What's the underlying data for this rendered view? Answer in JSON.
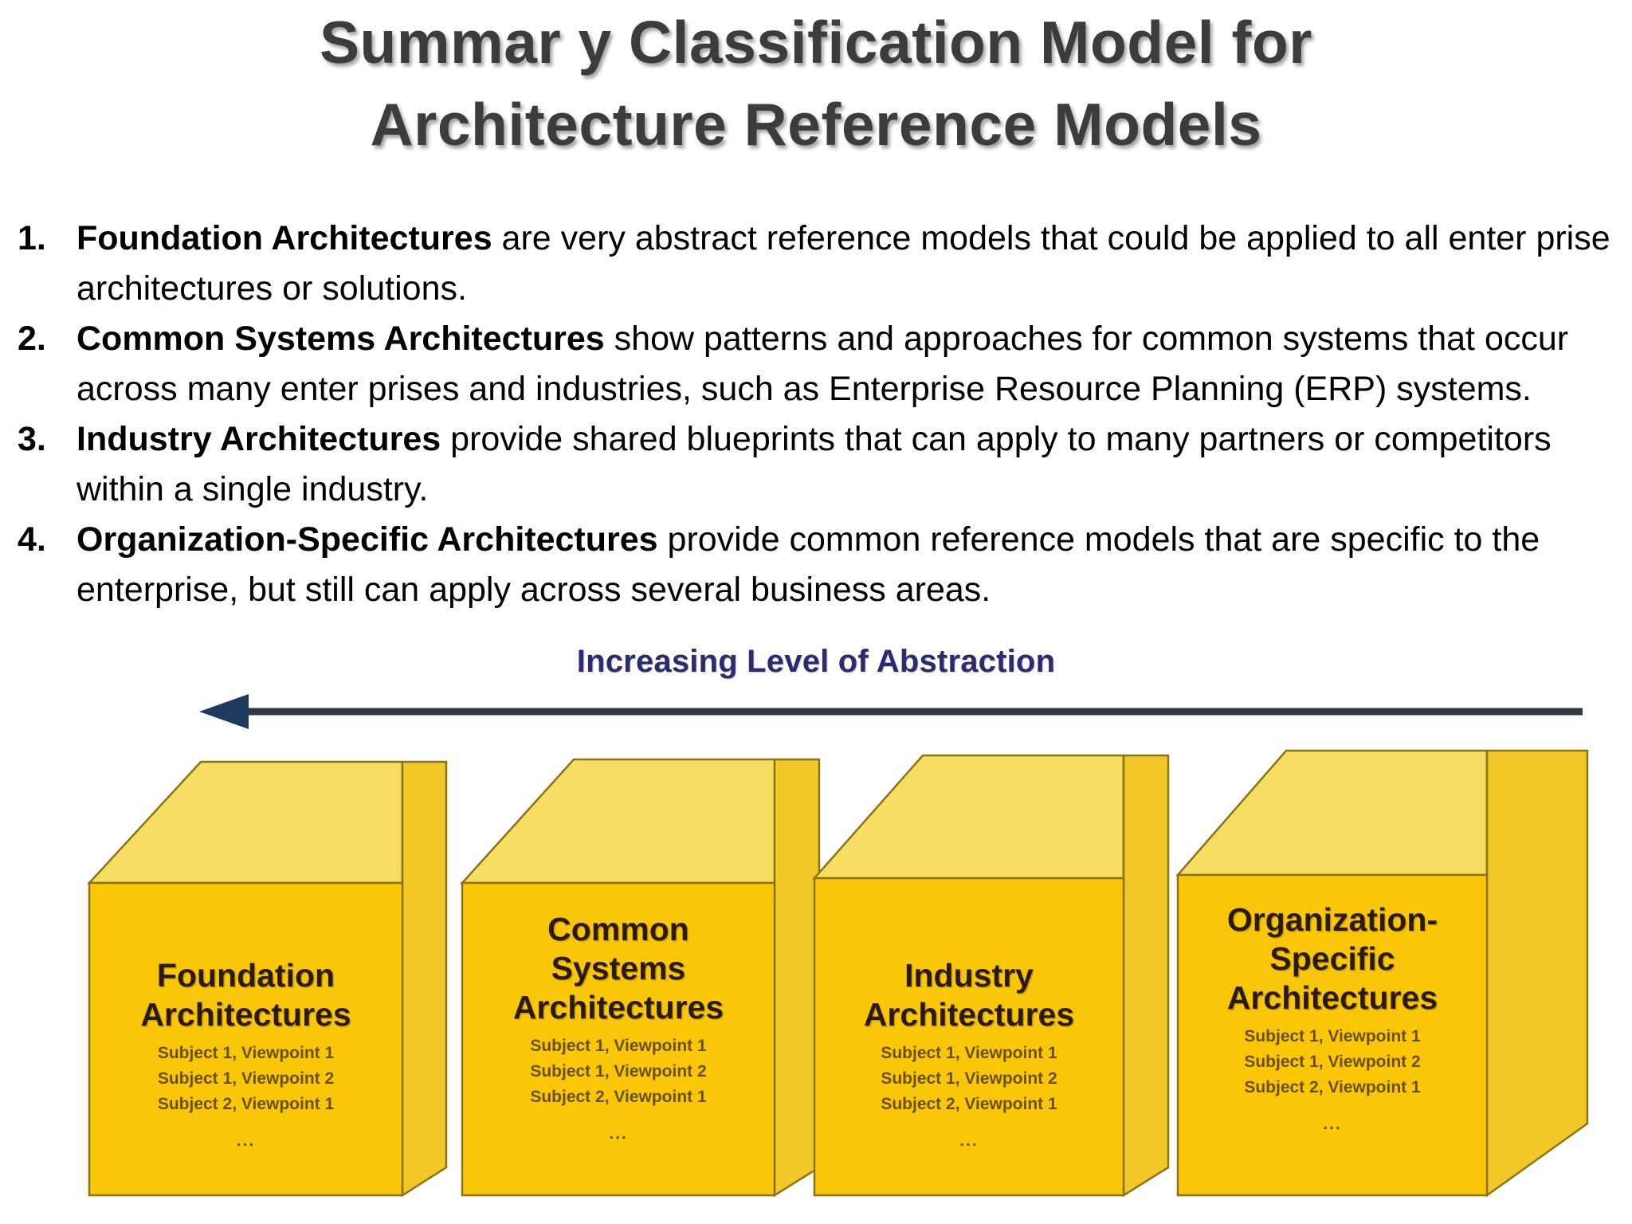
{
  "title": {
    "line1": "Summar y Classification Model for",
    "line2": "Architecture Reference Models",
    "color": "#3c3c3c"
  },
  "bullets": [
    {
      "number": "1.",
      "lead": "Foundation Architectures",
      "rest": " are very abstract reference models that could be applied to all enter prise architectures or solutions."
    },
    {
      "number": "2.",
      "lead": "Common Systems Architectures",
      "rest": " show patterns and approaches for common systems that occur across many enter prises and industries, such as Enterprise Resource Planning (ERP) systems."
    },
    {
      "number": "3.",
      "lead": "Industry Architectures",
      "rest": " provide shared blueprints that can apply to many partners or competitors within a single industry."
    },
    {
      "number": "4.",
      "lead": "Organization-Specific Architectures",
      "rest": " provide common reference models that are specific to the enterprise, but still can apply across several business areas."
    }
  ],
  "diagram": {
    "axis_label": "Increasing Level of Abstraction",
    "axis_label_color": "#2b2b6e",
    "arrow_direction": "left",
    "arrow_head_color": "#1f3a5f",
    "arrow_line_color": "#2b3a45",
    "box_colors": {
      "front": "#f9c708",
      "top": "#f7de62",
      "side": "#f2c828",
      "edge": "#8a7415",
      "title_text": "#2b1a05",
      "sub_text": "#4a3708"
    },
    "boxes": [
      {
        "title_lines": [
          "Foundation",
          "Architectures"
        ],
        "sub_lines": [
          "Subject 1,  Viewpoint 1",
          "Subject 1,   Viewpoint 2",
          "Subject 2, Viewpoint 1"
        ],
        "ellipsis": "..."
      },
      {
        "title_lines": [
          "Common",
          "Systems",
          "Architectures"
        ],
        "sub_lines": [
          "Subject 1, Viewpoint 1",
          "Subject 1,  Viewpoint 2",
          "Subject 2, Viewpoint 1"
        ],
        "ellipsis": "..."
      },
      {
        "title_lines": [
          "Industry",
          "Architectures"
        ],
        "sub_lines": [
          "Subject 1,  Viewpoint 1",
          "Subject 1,   Viewpoint 2",
          "Subject 2, Viewpoint 1"
        ],
        "ellipsis": "..."
      },
      {
        "title_lines": [
          "Organization-",
          "Specific",
          "Architectures"
        ],
        "sub_lines": [
          "Subject 1, Viewpoint 1",
          "Subject 1,  Viewpoint 2",
          "Subject 2, Viewpoint 1"
        ],
        "ellipsis": "..."
      }
    ]
  }
}
